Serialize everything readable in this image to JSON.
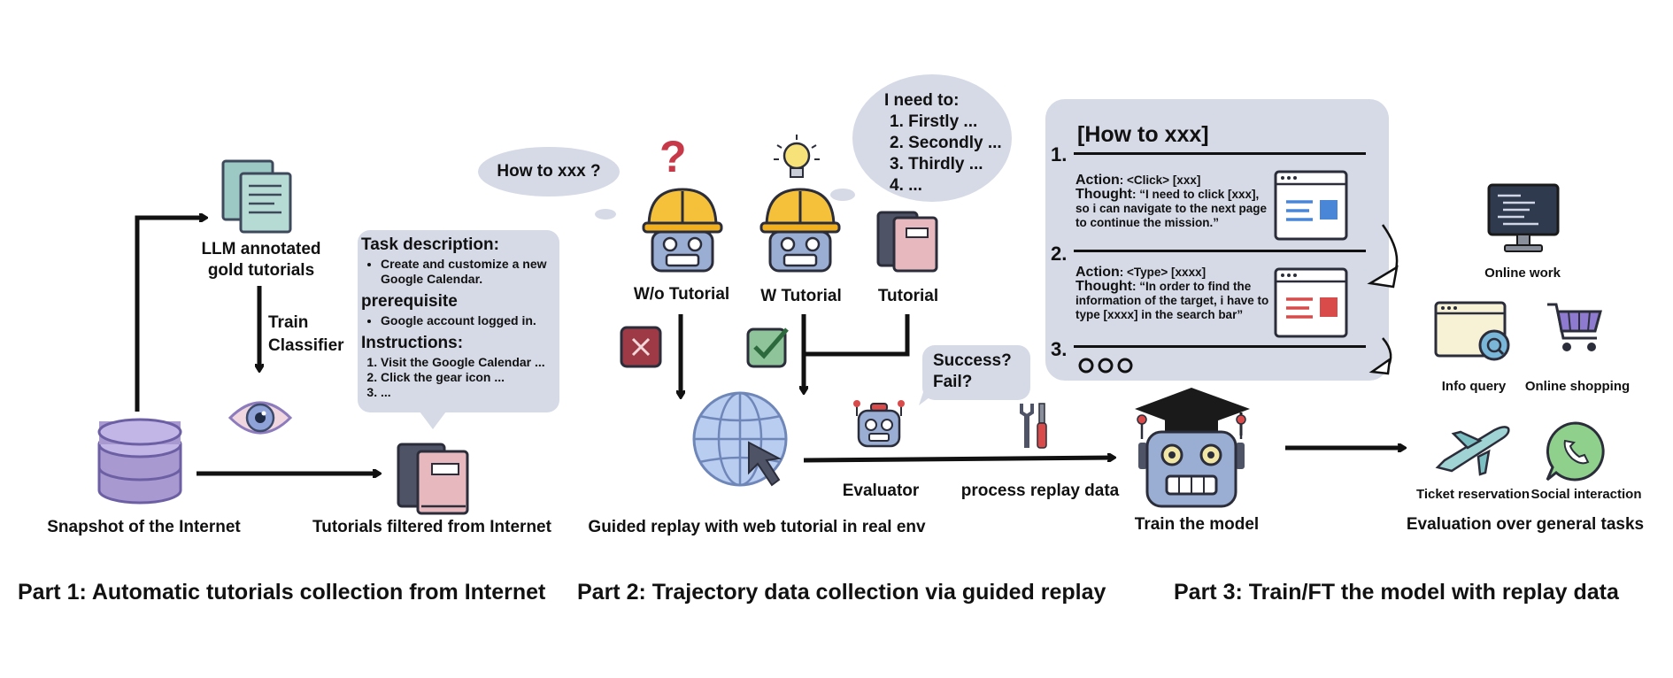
{
  "part1": {
    "snapshot_label": "Snapshot of the Internet",
    "gold_label_1": "LLM annotated",
    "gold_label_2": "gold tutorials",
    "train_label": "Train",
    "classifier_label": "Classifier",
    "filtered_label": "Tutorials filtered from Internet",
    "task_box": {
      "heading": "Task description:",
      "task_items": [
        "Create and customize a new Google Calendar."
      ],
      "prereq_heading": "prerequisite",
      "prereq_items": [
        "Google account logged in."
      ],
      "instr_heading": "Instructions:",
      "instr_items": [
        "Visit the Google Calendar ...",
        "Click the gear icon ...",
        "..."
      ]
    },
    "title": "Part 1: Automatic tutorials collection from Internet"
  },
  "part2": {
    "how_to_bubble": "How to xxx ?",
    "question_mark": "?",
    "wo_tutorial_label": "W/o Tutorial",
    "w_tutorial_label": "W Tutorial",
    "tutorial_label": "Tutorial",
    "need_bubble": {
      "line0": "I need to:",
      "items": [
        "1. Firstly ...",
        "2. Secondly ...",
        "3. Thirdly ...",
        "4. ..."
      ]
    },
    "success_bubble": {
      "line1": "Success?",
      "line2": "Fail?"
    },
    "evaluator_label": "Evaluator",
    "process_label": "process replay data",
    "replay_label": "Guided replay with web tutorial in real env",
    "title": "Part 2: Trajectory data collection via guided replay"
  },
  "part3": {
    "card": {
      "heading": "[How to xxx]",
      "n1": "1.",
      "n2": "2.",
      "n3": "3.",
      "step1_action_key": "Action",
      "step1_action_val": ": <Click> [xxx]",
      "step1_thought_key": "Thought",
      "step1_thought_val": ": “I need to click [xxx], so i can navigate to the next page to continue the mission.”",
      "step2_action_key": "Action",
      "step2_action_val": ": <Type> [xxxx]",
      "step2_thought_key": "Thought",
      "step2_thought_val": ": “In order to find the information of the target, i have to type [xxxx] in the search bar”"
    },
    "train_label": "Train the model",
    "online_work": "Online work",
    "info_query": "Info query",
    "online_shopping": "Online shopping",
    "ticket_reservation": "Ticket reservation",
    "social_interaction": "Social interaction",
    "eval_label": "Evaluation over general tasks",
    "title": "Part 3: Train/FT the model with replay data"
  },
  "colors": {
    "bubble": "#d5dae6",
    "robot_head": "#9aaed4",
    "helmet": "#f5c13a",
    "book_pink": "#e7b8bd",
    "book_dark": "#4f5366",
    "doc_teal": "#9cc9c3",
    "db_purple": "#a89ad0",
    "globe_blue": "#b9cdf0",
    "cross_red": "#9e3a45",
    "check_green": "#8fc49a"
  }
}
